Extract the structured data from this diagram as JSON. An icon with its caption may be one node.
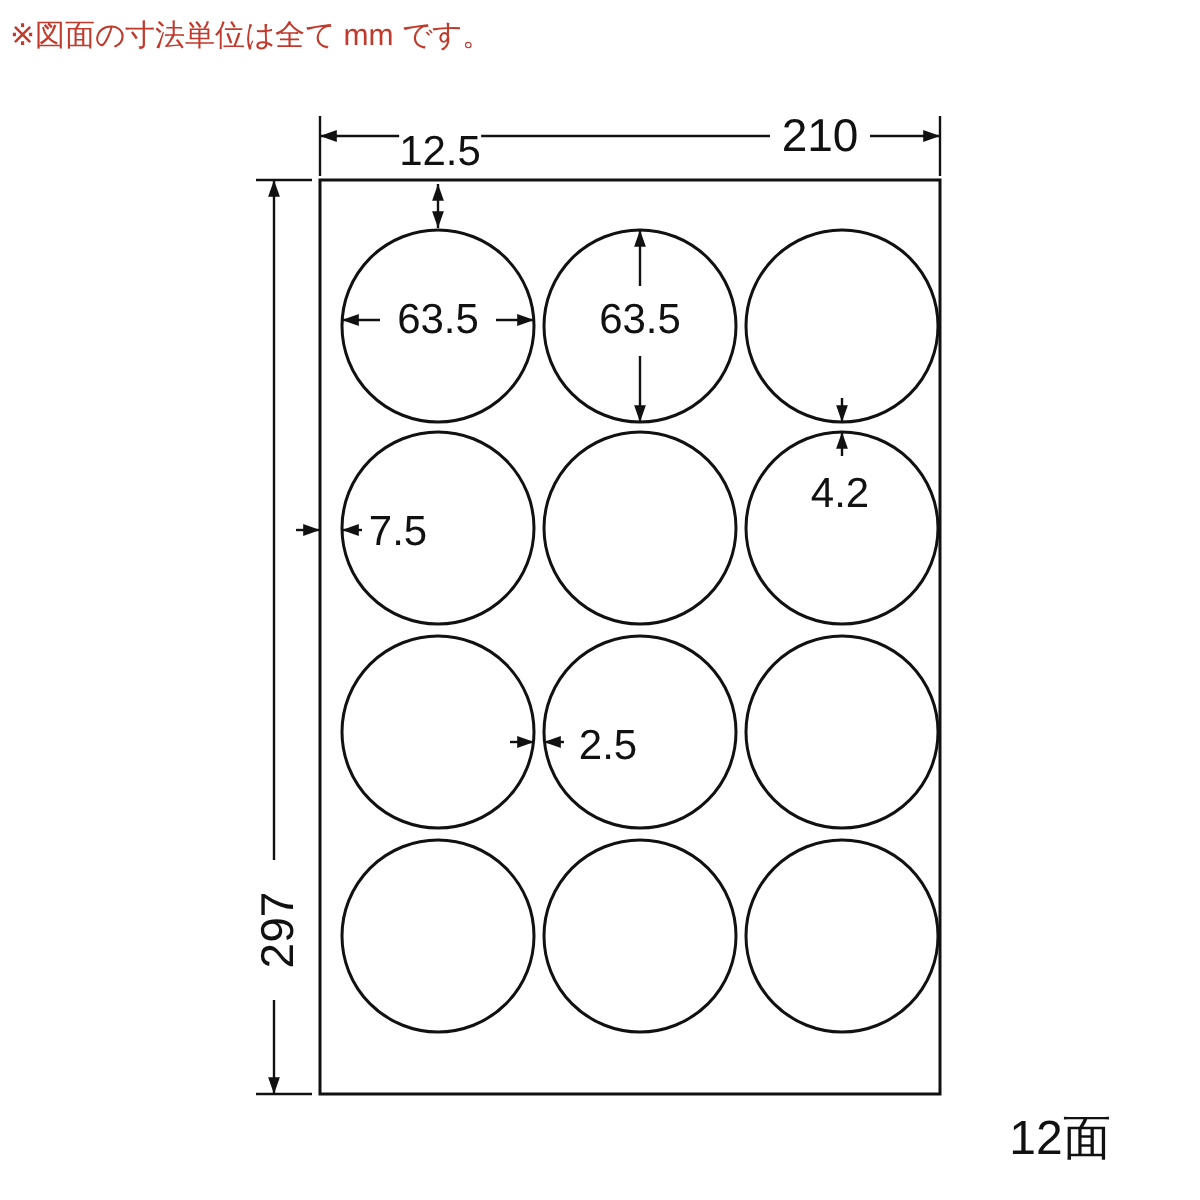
{
  "diagram": {
    "labels": [
      "※図面の寸法単位は全て mm です。",
      "210",
      "12.5",
      "63.5",
      "63.5",
      "7.5",
      "4.2",
      "2.5",
      "297",
      "12面"
    ]
  }
}
